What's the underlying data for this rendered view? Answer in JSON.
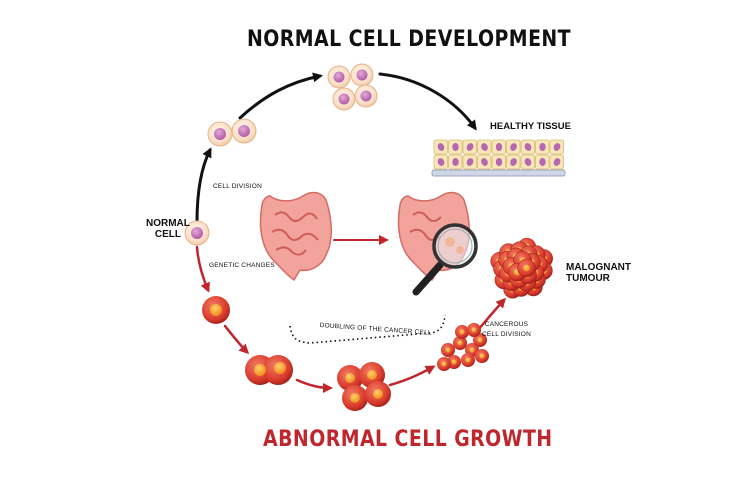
{
  "title_top": "NORMAL CELL DEVELOPMENT",
  "title_bottom": "ABNORMAL CELL GROWTH",
  "labels": {
    "normal_cell_1": "NORMAL",
    "normal_cell_2": "CELL",
    "cell_division": "CELL DIVISION",
    "genetic_changes": "GENETIC CHANGES",
    "healthy_tissue": "HEALTHY TISSUE",
    "malignant_1": "MALOGNANT",
    "malignant_2": "TUMOUR",
    "cancerous_1": "CANCEROUS",
    "cancerous_2": "CELL DIVISION",
    "doubling": "DOUBLING OF THE CANCER CELL"
  },
  "colors": {
    "normal_arrow": "#111111",
    "abnormal_arrow": "#c0272d",
    "title_bottom": "#c0272d",
    "normal_cell_fill": "#fbe3cf",
    "normal_nucleus": "#c76fb3",
    "cancer_cell_fill": "#e2493a",
    "cancer_nucleus": "#f6a32a",
    "intestine": "#f2a39c"
  },
  "icons": [
    "magnifying-glass-icon",
    "intestine-icon"
  ]
}
